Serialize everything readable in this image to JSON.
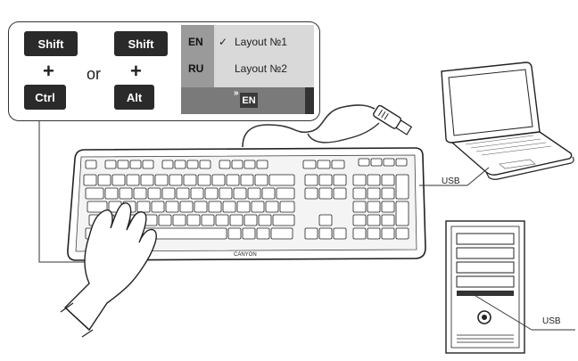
{
  "shortcut": {
    "combo1": {
      "key_top": "Shift",
      "key_bottom": "Ctrl",
      "plus": "+"
    },
    "separator": "or",
    "combo2": {
      "key_top": "Shift",
      "key_bottom": "Alt",
      "plus": "+"
    }
  },
  "language_bar": {
    "languages": [
      {
        "code": "EN",
        "name": "Layout №1",
        "checked": true,
        "check_glyph": "✓"
      },
      {
        "code": "RU",
        "name": "Layout №2",
        "checked": false,
        "check_glyph": ""
      }
    ],
    "indicator": "EN",
    "indicator_arrow": "»"
  },
  "keyboard": {
    "brand": "CANYON"
  },
  "devices": {
    "laptop": {
      "port_label": "USB"
    },
    "desktop": {
      "port_label": "USB"
    }
  },
  "icons": [
    "hand-icon",
    "usb-plug-icon",
    "laptop-icon",
    "desktop-tower-icon",
    "keyboard-icon"
  ]
}
